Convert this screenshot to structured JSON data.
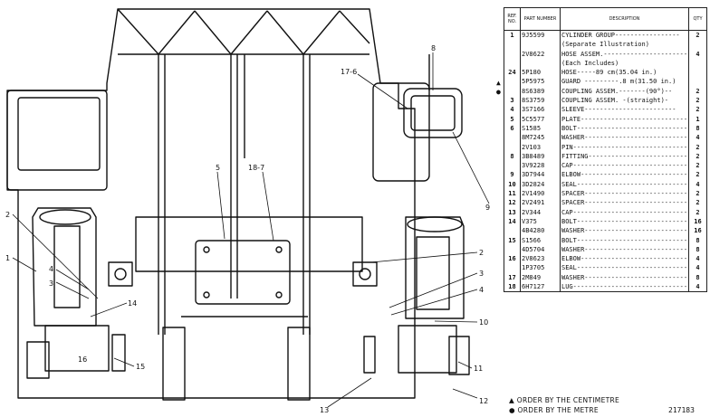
{
  "callouts": [
    "1",
    "2",
    "3",
    "4",
    "5",
    "9",
    "10",
    "11",
    "12",
    "13",
    "14",
    "15",
    "16",
    "17-6",
    "18-7",
    "8",
    "2",
    "4",
    "3"
  ],
  "table": {
    "headers": {
      "ref": "REF. NO.",
      "part": "PART NUMBER",
      "description": "DESCRIPTION",
      "qty": "QTY"
    },
    "rows": [
      {
        "ref": "1",
        "part": "9J5599",
        "desc": "CYLINDER GROUP-----------------",
        "qty": "2"
      },
      {
        "ref": "",
        "part": "",
        "desc": "   (Separate Illustration)",
        "qty": ""
      },
      {
        "ref": "",
        "part": "2V8622",
        "desc": "HOSE ASSEM.----------------------",
        "qty": "4"
      },
      {
        "ref": "",
        "part": "",
        "desc": "  (Each Includes)",
        "qty": ""
      },
      {
        "ref": "24",
        "part": "5P180",
        "desc": "   HOSE-----89 cm(35.04 in.)",
        "qty": ""
      },
      {
        "ref": "",
        "part": "5P5975",
        "desc": "   GUARD ---------.8 m(31.50 in.)",
        "qty": ""
      },
      {
        "ref": "",
        "part": "8S6389",
        "desc": "   COUPLING ASSEM.-------(90°)--",
        "qty": "2"
      },
      {
        "ref": "3",
        "part": "8S3759",
        "desc": "   COUPLING ASSEM. -(straight)-",
        "qty": "2"
      },
      {
        "ref": "4",
        "part": "3S7166",
        "desc": "   SLEEVE------------------------",
        "qty": "2"
      },
      {
        "ref": "5",
        "part": "5C5577",
        "desc": "PLATE-----------------------------",
        "qty": "1"
      },
      {
        "ref": "6",
        "part": "S1585",
        "desc": "BOLT------------------------------",
        "qty": "8"
      },
      {
        "ref": "",
        "part": "8M7245",
        "desc": "WASHER----------------------------",
        "qty": "4"
      },
      {
        "ref": "",
        "part": "2V103",
        "desc": "PIN-------------------------------",
        "qty": "2"
      },
      {
        "ref": "8",
        "part": "3B8489",
        "desc": "FITTING---------------------------",
        "qty": "2"
      },
      {
        "ref": "",
        "part": "3V9228",
        "desc": "CAP-------------------------------",
        "qty": "2"
      },
      {
        "ref": "9",
        "part": "3D7944",
        "desc": "ELBOW-----------------------------",
        "qty": "2"
      },
      {
        "ref": "10",
        "part": "3D2824",
        "desc": "SEAL------------------------------",
        "qty": "4"
      },
      {
        "ref": "11",
        "part": "2V1490",
        "desc": "SPACER----------------------------",
        "qty": "2"
      },
      {
        "ref": "12",
        "part": "2V2491",
        "desc": "SPACER----------------------------",
        "qty": "2"
      },
      {
        "ref": "13",
        "part": "2V344",
        "desc": "CAP-------------------------------",
        "qty": "2"
      },
      {
        "ref": "14",
        "part": "V375",
        "desc": "BOLT------------------------------",
        "qty": "16"
      },
      {
        "ref": "",
        "part": "4B4280",
        "desc": "WASHER----------------------------",
        "qty": "16"
      },
      {
        "ref": "15",
        "part": "S1566",
        "desc": "BOLT------------------------------",
        "qty": "8"
      },
      {
        "ref": "",
        "part": "4D5704",
        "desc": "WASHER----------------------------",
        "qty": "8"
      },
      {
        "ref": "16",
        "part": "2V8623",
        "desc": "ELBOW-----------------------------",
        "qty": "4"
      },
      {
        "ref": "",
        "part": "1P3705",
        "desc": "SEAL------------------------------",
        "qty": "4"
      },
      {
        "ref": "17",
        "part": "2M849",
        "desc": "WASHER----------------------------",
        "qty": "8"
      },
      {
        "ref": "18",
        "part": "6H7127",
        "desc": "LUG-------------------------------",
        "qty": "4"
      }
    ]
  },
  "markers": {
    "metre_mark_1": "▲",
    "metre_mark_2": "●"
  },
  "footnotes": {
    "centimetre": "▲ ORDER BY THE CENTIMETRE",
    "metre": "● ORDER BY THE METRE"
  },
  "figure_number": "217183"
}
